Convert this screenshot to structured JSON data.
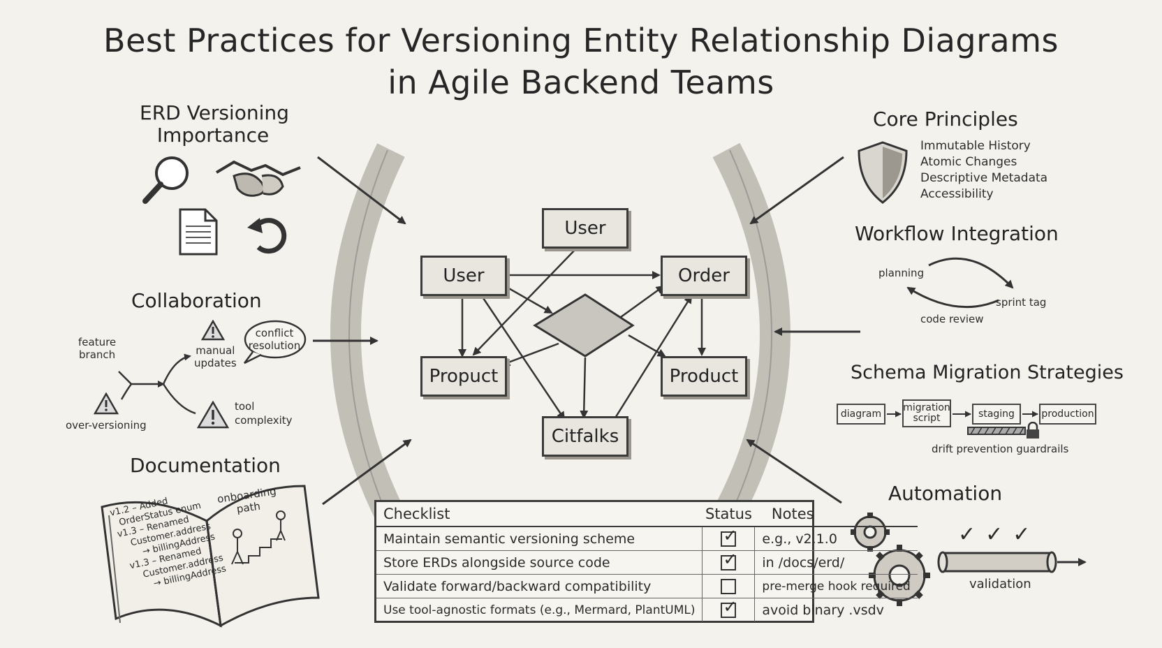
{
  "title": {
    "line1": "Best Practices for Versioning Entity Relationship Diagrams",
    "line2": "in Agile Backend Teams"
  },
  "importance": {
    "heading_line1": "ERD Versioning",
    "heading_line2": "Importance",
    "icons": [
      "magnifier-icon",
      "handshake-icon",
      "document-icon",
      "undo-arrow-icon"
    ]
  },
  "collaboration": {
    "heading": "Collaboration",
    "feature_branch_line1": "feature",
    "feature_branch_line2": "branch",
    "manual_updates_line1": "manual",
    "manual_updates_line2": "updates",
    "conflict_line1": "conflict",
    "conflict_line2": "resolution",
    "over_versioning": "over-versioning",
    "tool_complexity_line1": "tool",
    "tool_complexity_line2": "complexity"
  },
  "documentation": {
    "heading": "Documentation",
    "log_lines": [
      "v1.2 – Added",
      "OrderStatus enum",
      "v1.3 – Renamed",
      "Customer.address",
      "→ billingAddress",
      "v1.3 – Renamed",
      "Customer.address",
      "→ billingAddress"
    ],
    "onboarding_line1": "onboarding",
    "onboarding_line2": "path"
  },
  "erd": {
    "entities": {
      "user_top": "User",
      "user_left": "User",
      "order": "Order",
      "propuct": "Propuct",
      "product": "Product",
      "citfalks": "Citfalks"
    }
  },
  "core_principles": {
    "heading": "Core Principles",
    "items": [
      "Immutable History",
      "Atomic Changes",
      "Descriptive Metadata",
      "Accessibility"
    ]
  },
  "workflow": {
    "heading": "Workflow Integration",
    "planning": "planning",
    "sprint_tag": "sprint tag",
    "code_review": "code review"
  },
  "migration": {
    "heading": "Schema Migration Strategies",
    "steps": [
      "diagram",
      "migration script",
      "staging",
      "production"
    ],
    "guardrail_label": "drift prevention guardrails"
  },
  "automation": {
    "heading": "Automation",
    "validation": "validation",
    "checks": [
      "✓",
      "✓",
      "✓"
    ]
  },
  "checklist": {
    "headers": {
      "item": "Checklist",
      "status": "Status",
      "notes": "Notes"
    },
    "rows": [
      {
        "item": "Maintain semantic versioning scheme",
        "checked": true,
        "mark": "✓",
        "notes": "e.g., v2.1.0"
      },
      {
        "item": "Store ERDs alongside source code",
        "checked": true,
        "mark": "✓",
        "notes": "in /docs/erd/"
      },
      {
        "item": "Validate forward/backward compatibility",
        "checked": false,
        "mark": "",
        "notes": "pre-merge hook required"
      },
      {
        "item": "Use tool-agnostic formats (e.g., Mermard, PlantUML)",
        "checked": true,
        "mark": "✓",
        "notes": "avoid binary .vsdv"
      }
    ]
  },
  "colors": {
    "background": "#f4f2ec",
    "ink": "#2a2a2a",
    "entity_fill": "#e9e6df"
  }
}
